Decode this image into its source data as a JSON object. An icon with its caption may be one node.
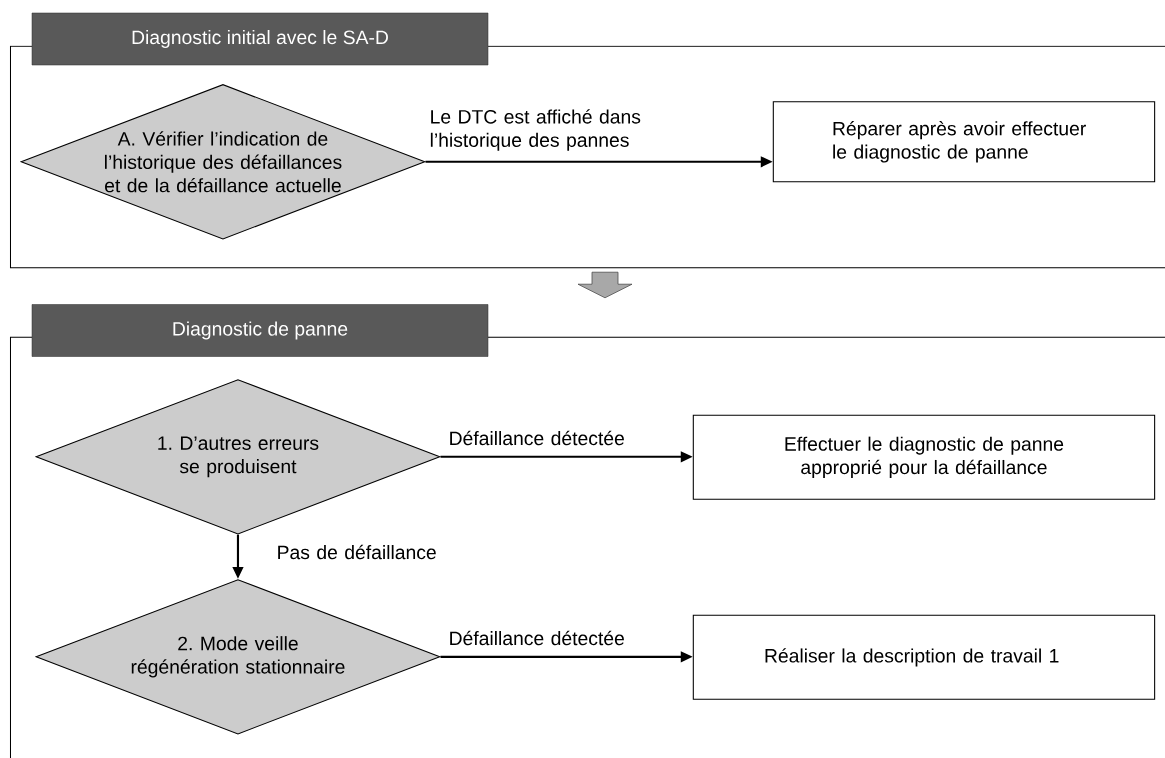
{
  "diagram": {
    "nodes": [
      {
        "text": [
          "Diagnostic initial avec le SA-D"
        ]
      },
      {
        "text": [
          "A. Vérifier l’indication de l’historique des défaillances et de la défaillance actuelle"
        ],
        "in": 0
      },
      {
        "text": [
          "Réparer après avoir effectuer le diagnostic de panne"
        ],
        "in": 0
      },
      {
        "text": [
          "Diagnostic de panne"
        ]
      },
      {
        "text": [
          "1. D’autres erreurs se produisent"
        ],
        "in": 3
      },
      {
        "text": [
          "Effectuer le diagnostic de panne approprié pour la défaillance"
        ],
        "in": 3
      },
      {
        "text": [
          "2. Mode veille régénération stationnaire"
        ],
        "in": 3
      },
      {
        "text": [
          "Réaliser la description de travail 1"
        ],
        "in": 3
      }
    ],
    "edges": [
      {
        "from": 1,
        "to": 2,
        "arrow": "to",
        "label": "Le DTC est affiché dans l’historique des pannes"
      },
      {
        "from": 0,
        "to": 3,
        "arrow": "to",
        "style": "thick",
        "color": "#a8a8a8"
      },
      {
        "from": 4,
        "to": 5,
        "arrow": "to",
        "label": "Défaillance détectée"
      },
      {
        "from": 4,
        "to": 6,
        "arrow": "to",
        "label": "Pas de défaillance"
      },
      {
        "from": 6,
        "to": 7,
        "arrow": "to",
        "label": "Défaillance détectée"
      }
    ]
  }
}
